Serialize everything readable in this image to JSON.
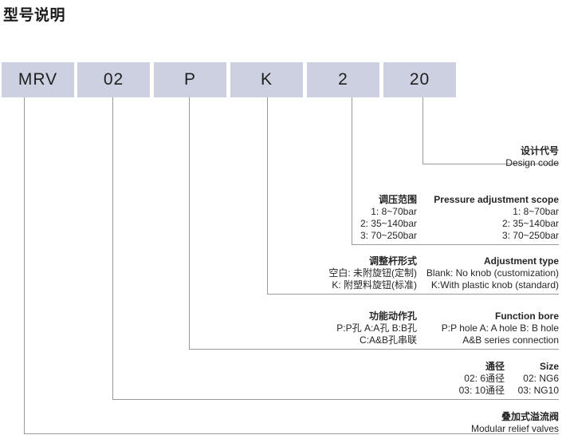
{
  "title": "型号说明",
  "model_code": {
    "boxes": [
      {
        "value": "MRV"
      },
      {
        "value": "02"
      },
      {
        "value": "P"
      },
      {
        "value": "K"
      },
      {
        "value": "2"
      },
      {
        "value": "20"
      }
    ]
  },
  "colors": {
    "box_fill": "#ccd0e0",
    "line": "#9a9a9a",
    "text": "#262626",
    "title": "#1a1a1a"
  },
  "descriptions": [
    {
      "id": "design-code",
      "heading_cn": "设计代号",
      "heading_en": "Design code",
      "rows": []
    },
    {
      "id": "pressure-adjustment-scope",
      "heading_cn": "调压范围",
      "heading_en": "Pressure adjustment scope",
      "rows": [
        {
          "cn": "1: 8~70bar",
          "en": "1: 8~70bar"
        },
        {
          "cn": "2: 35~140bar",
          "en": "2: 35~140bar"
        },
        {
          "cn": "3: 70~250bar",
          "en": "3: 70~250bar"
        }
      ]
    },
    {
      "id": "adjustment-type",
      "heading_cn": "调整杆形式",
      "heading_en": "Adjustment type",
      "rows": [
        {
          "cn": "空白: 未附旋钮(定制)",
          "en": "Blank: No knob (customization)"
        },
        {
          "cn": "K: 附塑料旋钮(标准)",
          "en": "K:With plastic knob (standard)"
        }
      ]
    },
    {
      "id": "function-bore",
      "heading_cn": "功能动作孔",
      "heading_en": "Function bore",
      "rows": [
        {
          "cn": "P:P孔  A:A孔  B:B孔",
          "en": "P:P hole   A: A hole   B: B hole"
        },
        {
          "cn": "C:A&B孔串联",
          "en": "A&B series connection"
        }
      ]
    },
    {
      "id": "size",
      "heading_cn": "通径",
      "heading_en": "Size",
      "rows": [
        {
          "cn": "02: 6通径",
          "en": "02: NG6"
        },
        {
          "cn": "03: 10通径",
          "en": "03: NG10"
        }
      ]
    },
    {
      "id": "product-name",
      "heading_cn": "叠加式溢流阀",
      "heading_en": "Modular relief valves",
      "rows": []
    }
  ]
}
